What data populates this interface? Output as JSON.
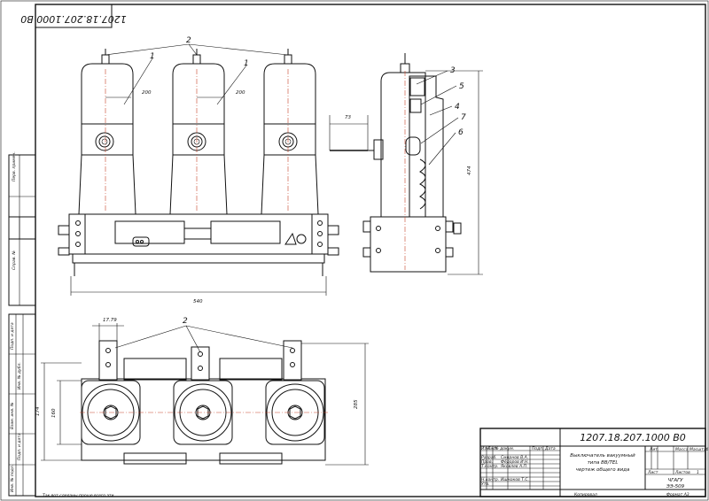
{
  "stamp": {
    "code_rotated": "1207.18.207.1000 В0"
  },
  "labels": {
    "n1a": "1",
    "n1b": "1",
    "n2_top": "2",
    "n2_bottom": "2",
    "n3": "3",
    "n4": "4",
    "n5": "5",
    "n6": "6",
    "n7": "7"
  },
  "dimensions": {
    "d200a": "200",
    "d200b": "200",
    "d73": "73",
    "d474": "474",
    "d540": "540",
    "d1779": "17.79",
    "d285": "285",
    "d160": "160",
    "d174": "174"
  },
  "side_strip": {
    "s1": "Перв. примен.",
    "s2": "Справ. №",
    "s3": "Подп. и дата",
    "s4": "Инв. № дубл.",
    "s5": "Взам. инв. №",
    "s6": "Подп. и дата",
    "s7": "Инв. № подл."
  },
  "bottom_note": "Так вот сделаны проще всего эти",
  "title_block": {
    "code": "1207.18.207.1000 В0",
    "name_l1": "Выключатель вакуумный",
    "name_l2": "типа ВВ/TEL",
    "name_l3": "чертеж общего вида",
    "lit": "Лит.",
    "mass": "Масса",
    "scale": "Масштаб",
    "sheet": "Лист",
    "sheets": "Листов",
    "sheets_n": "1",
    "org_l1": "ЧГАГУ",
    "org_l2": "ЭЭ-509",
    "izm": "Изм.",
    "list": "Лист",
    "ndoc": "№ докум.",
    "podp": "Подп.",
    "data": "Дата",
    "razrab": "Разраб.",
    "prov": "Пров.",
    "tkontr": "Т.контр.",
    "nkontr": "Н.контр.",
    "utv": "Утв.",
    "n_razrab": "Смирнов В.А.",
    "n_prov": "Фёдоров И.Н.",
    "n_tkontr": "Яковлев А.П.",
    "n_nkontr": "Ишмаков Т.С.",
    "kopiroval": "Копировал",
    "format": "Формат   А3"
  }
}
